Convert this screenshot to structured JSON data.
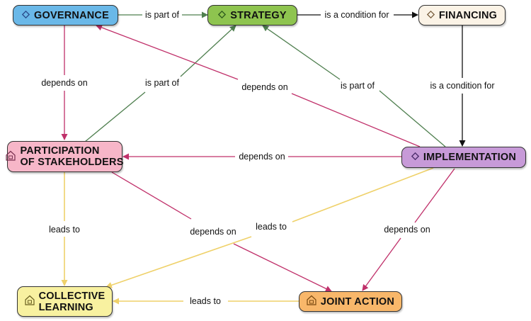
{
  "nodes": {
    "governance": {
      "label": "GOVERNANCE",
      "icon": "diamond-icon",
      "fill": "#6ab8e8"
    },
    "strategy": {
      "label": "STRATEGY",
      "icon": "diamond-icon",
      "fill": "#8ec44f"
    },
    "financing": {
      "label": "FINANCING",
      "icon": "diamond-icon",
      "fill": "#fbf3e6"
    },
    "participation": {
      "label": "PARTICIPATION\nOF STAKEHOLDERS",
      "icon": "concept-icon",
      "fill": "#f7b6c8"
    },
    "implementation": {
      "label": "IMPLEMENTATION",
      "icon": "diamond-icon",
      "fill": "#c79ad8"
    },
    "collective": {
      "label": "COLLECTIVE\nLEARNING",
      "icon": "concept-icon",
      "fill": "#f8f1a0"
    },
    "joint": {
      "label": "JOINT ACTION",
      "icon": "concept-icon",
      "fill": "#f8b76a"
    }
  },
  "edges": {
    "gov_strategy": {
      "label": "is part of"
    },
    "strategy_fin": {
      "label": "is a condition for"
    },
    "gov_part": {
      "label": "depends on"
    },
    "part_strategy": {
      "label": "is part of"
    },
    "impl_gov": {
      "label": "depends on"
    },
    "impl_strategy": {
      "label": "is part of"
    },
    "fin_impl": {
      "label": "is a condition for"
    },
    "impl_part": {
      "label": "depends on"
    },
    "part_coll": {
      "label": "leads to"
    },
    "part_joint": {
      "label": "depends on"
    },
    "impl_coll": {
      "label": "leads to"
    },
    "impl_joint": {
      "label": "depends on"
    },
    "joint_coll": {
      "label": "leads to"
    }
  },
  "colors": {
    "green_edge": "#4f7f4f",
    "black_edge": "#111111",
    "magenta_edge": "#c0306a",
    "yellow_edge": "#efd16a"
  }
}
